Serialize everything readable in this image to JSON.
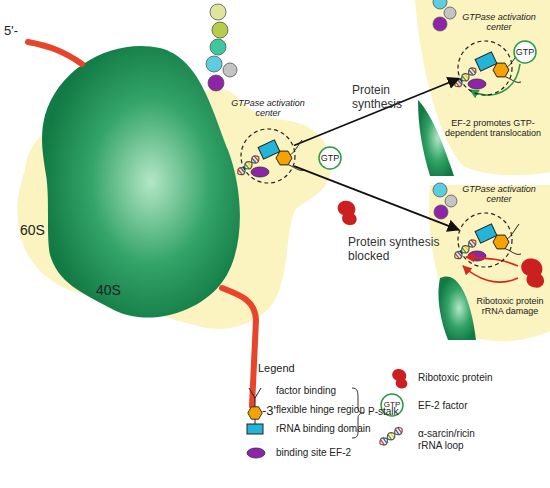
{
  "diagram": {
    "nodes": [
      {
        "text": [
          "GTPase activation center"
        ]
      },
      {
        "text": [
          "GTP"
        ]
      },
      {
        "text": [
          "GTPase activation center"
        ]
      },
      {
        "text": [
          "GTP"
        ]
      },
      {
        "text": [
          "GTPase activation center"
        ]
      }
    ],
    "edges": [
      {
        "from": 0,
        "to": 2,
        "arrow": "to",
        "label": "Protein synthesis"
      },
      {
        "from": 0,
        "to": 4,
        "arrow": "to",
        "label": "Protein synthesis blocked"
      }
    ],
    "labels": [
      "5'-",
      "60S",
      "40S",
      "-3'",
      "EF-2 promotes GTP-dependent translocation",
      "Ribotoxic protein rRNA damage",
      "Legend",
      "P-stalk",
      "GTP"
    ],
    "legend": [
      {
        "text": "factor binding"
      },
      {
        "text": "flexible hinge region"
      },
      {
        "text": "rRNA binding domain"
      },
      {
        "text": "binding site EF-2"
      },
      {
        "text": "Ribotoxic protein"
      },
      {
        "text": "EF-2 factor"
      },
      {
        "text": "α-sarcin/ricin rRNA loop"
      }
    ]
  }
}
